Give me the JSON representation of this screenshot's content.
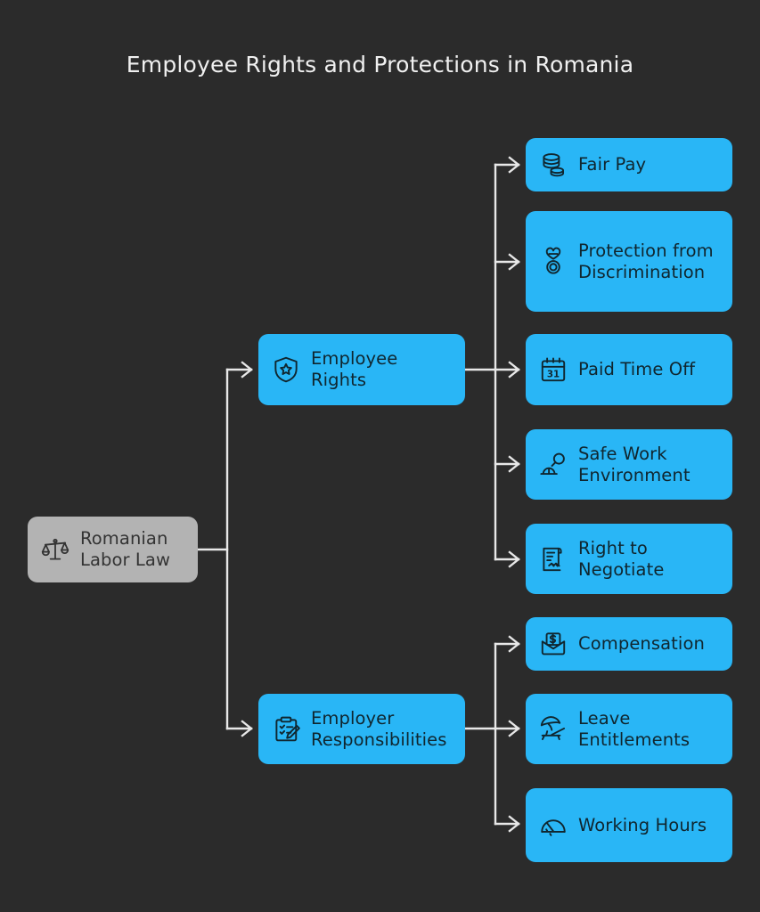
{
  "page": {
    "title": "Employee Rights and Protections in Romania",
    "background_color": "#2b2b2b",
    "title_color": "#f0f0f0"
  },
  "colors": {
    "accent": "#29b6f6",
    "root_node": "#b3b3b3",
    "node_text": "#10262f",
    "root_text": "#333333",
    "connector": "#e8e8e8",
    "canvas": "#2b2b2b"
  },
  "diagram": {
    "type": "tree",
    "orientation": "left-to-right",
    "root": {
      "id": "romanian-labor-law",
      "label": "Romanian Labor Law",
      "icon": "scales-of-justice-icon",
      "style": "gray"
    },
    "branches": [
      {
        "id": "employee-rights",
        "label": "Employee Rights",
        "icon": "shield-star-icon",
        "children": [
          {
            "id": "fair-pay",
            "label": "Fair Pay",
            "icon": "coins-icon"
          },
          {
            "id": "protection-from-discrimination",
            "label": "Protection from Discrimination",
            "icon": "heart-equality-icon"
          },
          {
            "id": "paid-time-off",
            "label": "Paid Time Off",
            "icon": "calendar-31-icon"
          },
          {
            "id": "safe-work-environment",
            "label": "Safe Work Environment",
            "icon": "hardhat-magnifier-icon"
          },
          {
            "id": "right-to-negotiate",
            "label": "Right to Negotiate",
            "icon": "contract-handshake-icon"
          }
        ]
      },
      {
        "id": "employer-responsibilities",
        "label": "Employer Responsibilities",
        "icon": "clipboard-pencil-icon",
        "children": [
          {
            "id": "compensation",
            "label": "Compensation",
            "icon": "envelope-dollar-icon"
          },
          {
            "id": "leave-entitlements",
            "label": "Leave Entitlements",
            "icon": "beach-umbrella-chair-icon"
          },
          {
            "id": "working-hours",
            "label": "Working Hours",
            "icon": "speedometer-icon"
          }
        ]
      }
    ]
  }
}
